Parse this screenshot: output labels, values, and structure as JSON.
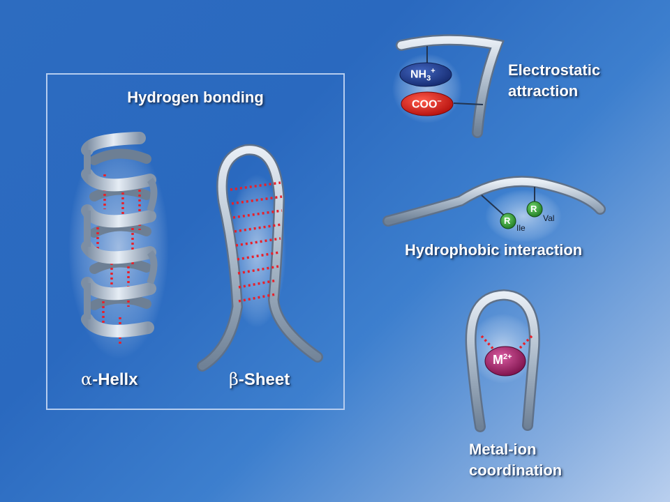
{
  "hydrogen_panel": {
    "title": "Hydrogen bonding",
    "alpha_label": {
      "greek": "α",
      "text": "-Hellx"
    },
    "beta_label": {
      "greek": "β",
      "text": "-Sheet"
    }
  },
  "electrostatic": {
    "label_line1": "Electrostatic",
    "label_line2": "attraction",
    "nh3": "NH",
    "nh3_sub": "3",
    "nh3_sup": "+",
    "coo": "COO",
    "coo_sup": "–"
  },
  "hydrophobic": {
    "label": "Hydrophobic interaction",
    "r1": "R",
    "r1_sub": "Ile",
    "r2": "R",
    "r2_sub": "Val"
  },
  "metal": {
    "label_line1": "Metal-ion",
    "label_line2": "coordination",
    "ion": "M",
    "ion_sup": "2+"
  },
  "colors": {
    "background_top": "#2a69bf",
    "background_corner": "#b9cfee",
    "ribbon": "#b8c6d4",
    "bond_dots": "#e8202a",
    "nh3_badge": "#1c3a8a",
    "coo_badge": "#e0221c",
    "r_badge": "#3aa53a",
    "metal_badge": "#b0266e"
  }
}
